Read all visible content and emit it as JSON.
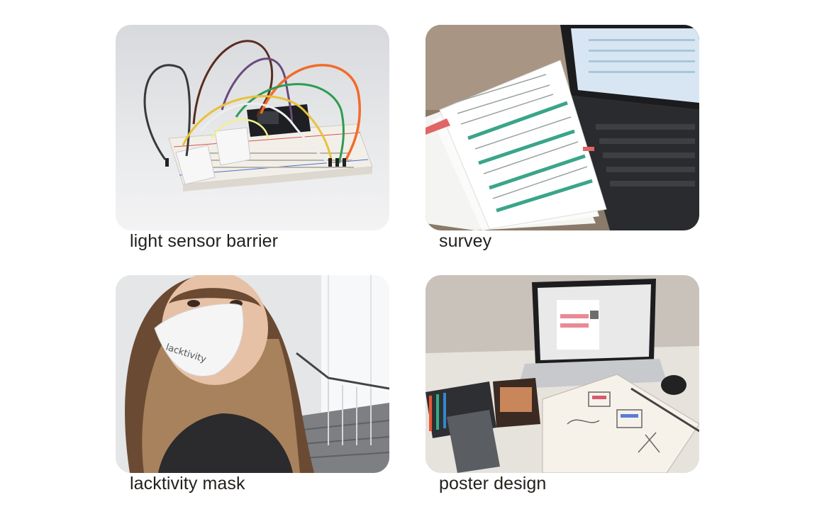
{
  "gallery": {
    "items": [
      {
        "caption": "light sensor barrier",
        "photo_icon": "breadboard-circuit-photo"
      },
      {
        "caption": "survey",
        "photo_icon": "survey-papers-laptop-photo"
      },
      {
        "caption": "lacktivity mask",
        "photo_icon": "masked-person-selfie-photo",
        "mask_print": "lacktivity"
      },
      {
        "caption": "poster design",
        "photo_icon": "laptop-sketches-photo"
      }
    ]
  }
}
